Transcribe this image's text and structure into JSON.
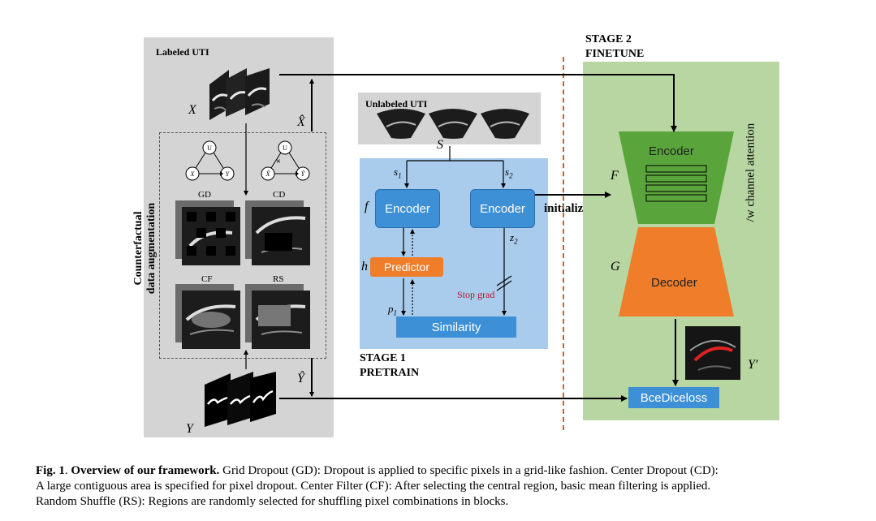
{
  "left_panel": {
    "labeled_title": "Labeled UTI",
    "x_label": "X",
    "x_hat_label": "X̂",
    "y_hat_label": "Ŷ",
    "y_label": "Y",
    "side_label_line1": "Counterfactual",
    "side_label_line2": "data augmentation",
    "graph_node_u": "U",
    "graph_left_x": "X",
    "graph_left_y": "Y",
    "graph_right_x": "X̂",
    "graph_right_y": "Ŷ",
    "aug_gd": "GD",
    "aug_cd": "CD",
    "aug_cf": "CF",
    "aug_rs": "RS"
  },
  "stage1": {
    "unlabeled_title": "Unlabeled UTI",
    "s_label": "S",
    "s1": "s",
    "s1_sub": "1",
    "s2": "s",
    "s2_sub": "2",
    "f_label": "f",
    "h_label": "h",
    "encoder_left": "Encoder",
    "encoder_right": "Encoder",
    "predictor": "Predictor",
    "similarity": "Similarity",
    "p1": "p",
    "p1_sub": "1",
    "z2": "z",
    "z2_sub": "2",
    "stop_grad": "Stop grad",
    "initialize": "initialize",
    "title_line1": "STAGE 1",
    "title_line2": "PRETRAIN"
  },
  "stage2": {
    "title_line1": "STAGE 2",
    "title_line2": "FINETUNE",
    "encoder": "Encoder",
    "decoder": "Decoder",
    "f_label": "F",
    "g_label": "G",
    "attention": "/w channel attention",
    "loss": "BceDiceloss",
    "y_prime": "Y′"
  },
  "caption": {
    "fig": "Fig. 1",
    "fig_sep": ".",
    "heading": "Overview of our framework.",
    "line1_rest": "Grid Dropout (GD): Dropout is applied to specific pixels in a grid-like fashion. Center Dropout (CD):",
    "line2": "A large contiguous area is specified for pixel dropout. Center Filter (CF): After selecting the central region, basic mean filtering is applied.",
    "line3": "Random Shuffle (RS): Regions are randomly selected for shuffling pixel combinations in blocks."
  },
  "colors": {
    "gray_panel": "#d4d4d4",
    "blue_panel": "#a9cbec",
    "green_panel": "#b7d6a1",
    "encoder_green": "#5aa43c",
    "decoder_orange": "#ef7d2a",
    "predictor_orange": "#ef7d2a",
    "box_blue": "#3d8fd6",
    "divider_orange": "#c8641e",
    "stop_grad_red": "#c0112b"
  }
}
